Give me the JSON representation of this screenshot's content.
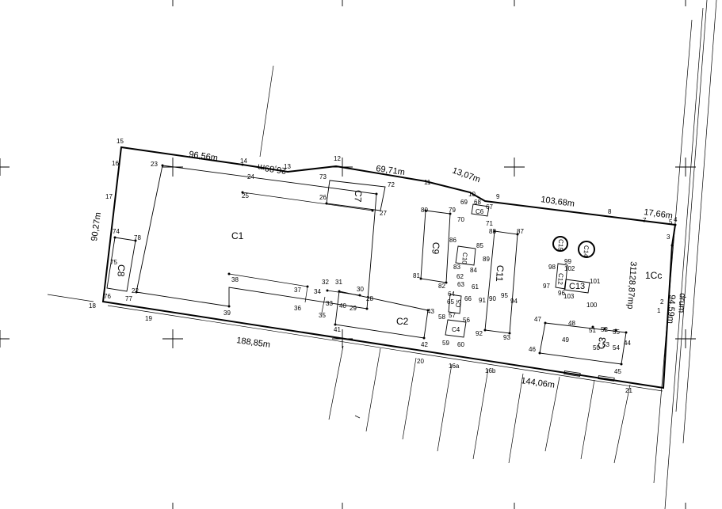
{
  "dimensions": {
    "d1": "96,56m",
    "d2": "26,89m",
    "d3": "69,71m",
    "d4": "13,07m",
    "d5": "103,68m",
    "d6": "17,66m",
    "d7": "90,27m",
    "d8": "94,59m",
    "d9": "188,85m",
    "d10": "144,06m"
  },
  "area_label": "31128,87mp",
  "zone_label": "1Cc",
  "side_label": "drum",
  "buildings": {
    "c1": "C1",
    "c2": "C2",
    "c3": "C3",
    "c4": "C4",
    "c5": "C5",
    "c6": "C6",
    "c7": "C7",
    "c8": "C8",
    "c9": "C9",
    "c10": "C10",
    "c11": "C11",
    "c12": "C12",
    "c13": "C13",
    "c14": "C14",
    "c15": "C15"
  },
  "points": {
    "p1": "1",
    "p2": "2",
    "p3": "3",
    "p4": "4",
    "p5": "5",
    "p7": "7",
    "p8": "8",
    "p9": "9",
    "p10": "10",
    "p11": "11",
    "p12": "12",
    "p13": "13",
    "p14": "14",
    "p15": "15",
    "p16": "16",
    "p17": "17",
    "p18": "18",
    "p19": "19",
    "p20": "20",
    "p21": "21",
    "p22": "22",
    "p23": "23",
    "p24": "24",
    "p25": "25",
    "p26": "26",
    "p27": "27",
    "p28": "28",
    "p29": "29",
    "p30": "30",
    "p31": "31",
    "p32": "32",
    "p33": "33",
    "p34": "34",
    "p35": "35",
    "p36": "36",
    "p37": "37",
    "p38": "38",
    "p39": "39",
    "p40": "40",
    "p41": "41",
    "p42": "42",
    "p43": "43",
    "p44": "44",
    "p45": "45",
    "p46": "46",
    "p47": "47",
    "p48": "48",
    "p49": "49",
    "p50": "50",
    "p51": "51",
    "p52": "52",
    "p53": "53",
    "p54": "54",
    "p55": "55",
    "p56": "56",
    "p57": "57",
    "p58": "58",
    "p59": "59",
    "p60": "60",
    "p61": "61",
    "p62": "62",
    "p63": "63",
    "p64": "64",
    "p65": "65",
    "p66": "66",
    "p67": "67",
    "p68": "68",
    "p69": "69",
    "p70": "70",
    "p71": "71",
    "p72": "72",
    "p73": "73",
    "p74": "74",
    "p75": "75",
    "p76": "76",
    "p77": "77",
    "p78": "78",
    "p79": "79",
    "p80": "80",
    "p81": "81",
    "p82": "82",
    "p83": "83",
    "p84": "84",
    "p85": "85",
    "p86": "86",
    "p87": "87",
    "p88": "88",
    "p89": "89",
    "p90": "90",
    "p91": "91",
    "p92": "92",
    "p93": "93",
    "p94": "94",
    "p95": "95",
    "p96": "96",
    "p97": "97",
    "p98": "98",
    "p99": "99",
    "p100": "100",
    "p101": "101",
    "p102": "102",
    "p103": "103",
    "p16a": "16a",
    "p16b": "16b"
  }
}
